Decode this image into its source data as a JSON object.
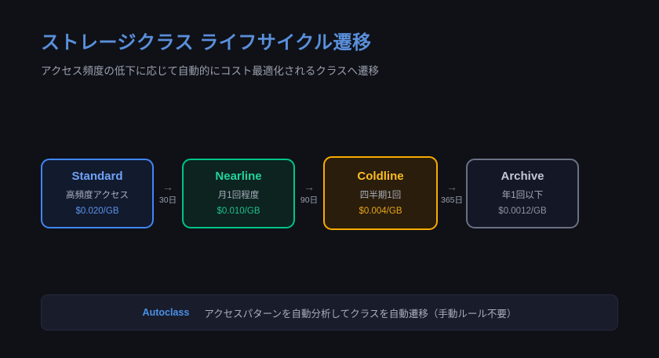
{
  "header": {
    "title": "ストレージクラス ライフサイクル遷移",
    "subtitle": "アクセス頻度の低下に応じて自動的にコスト最適化されるクラスへ遷移"
  },
  "flow": {
    "classes": [
      {
        "name": "Standard",
        "description": "高頻度アクセス",
        "price": "$0.020/GB",
        "accent": "#4285f4"
      },
      {
        "name": "Nearline",
        "description": "月1回程度",
        "price": "$0.010/GB",
        "accent": "#00c389"
      },
      {
        "name": "Coldline",
        "description": "四半期1回",
        "price": "$0.004/GB",
        "accent": "#f9ab00"
      },
      {
        "name": "Archive",
        "description": "年1回以下",
        "price": "$0.0012/GB",
        "accent": "#6b7184"
      }
    ],
    "transitions": [
      {
        "arrow": "→",
        "label": "30日"
      },
      {
        "arrow": "→",
        "label": "90日"
      },
      {
        "arrow": "→",
        "label": "365日"
      }
    ]
  },
  "autoclass": {
    "label": "Autoclass",
    "description": "アクセスパターンを自動分析してクラスを自動遷移（手動ルール不要）"
  }
}
